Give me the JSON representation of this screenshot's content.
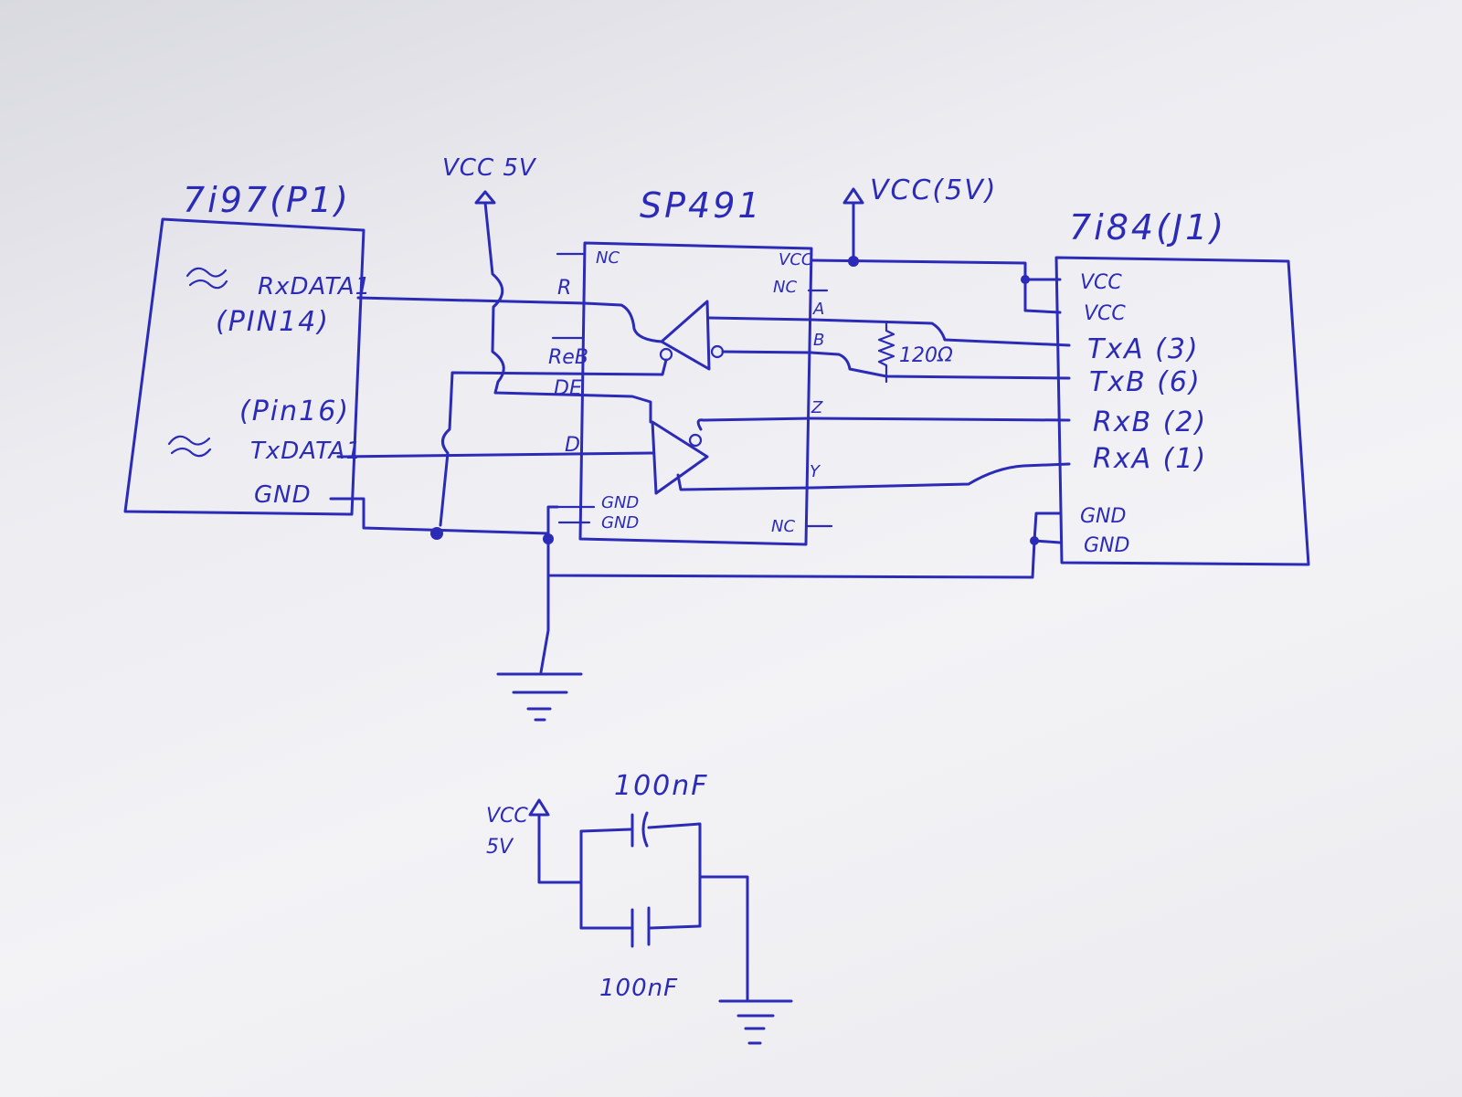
{
  "p1": {
    "title": "7i97(P1)",
    "rx_label": "RxDATA1",
    "rx_pin": "(PIN14)",
    "tx_pin": "(Pin16)",
    "tx_label": "TxDATA1",
    "gnd_label": "GND"
  },
  "vcc_left": "VCC 5V",
  "chip": {
    "title": "SP491",
    "left_pins": [
      "NC",
      "R",
      "ReB",
      "DE",
      "D",
      "GND",
      "GND"
    ],
    "right_pins": [
      "VCC",
      "NC",
      "A",
      "B",
      "Z",
      "Y",
      "NC"
    ]
  },
  "vcc_right": "VCC(5V)",
  "resistor_label": "120Ω",
  "j1": {
    "title": "7i84(J1)",
    "pins": [
      "VCC",
      "VCC",
      "TxA (3)",
      "TxB (6)",
      "RxB (2)",
      "RxA (1)",
      "GND",
      "GND"
    ]
  },
  "decoupling": {
    "vcc_label_1": "VCC",
    "vcc_label_2": "5V",
    "cap_top": "100nF",
    "cap_bottom": "100nF"
  },
  "colors": {
    "ink": "#2b2bb8",
    "paper": "#f1f1f4"
  }
}
